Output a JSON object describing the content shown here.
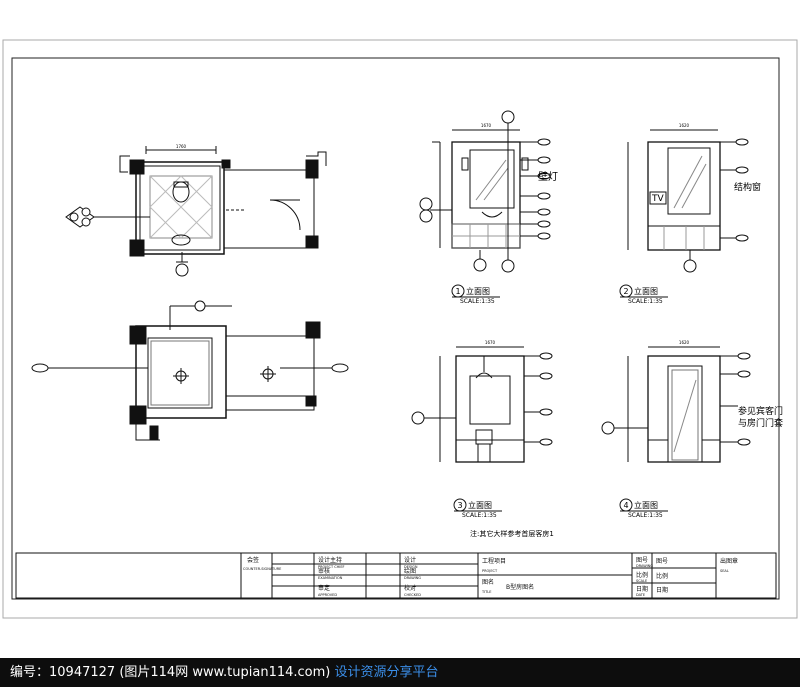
{
  "labels": {
    "dim_plan_top": "1760",
    "dim_e1_top": "1670",
    "dim_e2_top": "1620",
    "dim_e3_top": "1670",
    "dim_e4_top": "1620",
    "light_label": "壁灯",
    "tv_label": "TV",
    "structure_window": "结构窗",
    "door_note_1": "参见宾客门",
    "door_note_2": "与房门门套",
    "callout_e1": "1",
    "callout_e2": "2",
    "callout_e3": "3",
    "callout_e4": "4",
    "elev1_title": "立面图",
    "elev1_scale": "SCALE:1:35",
    "elev2_title": "立面图",
    "elev2_scale": "SCALE:1:35",
    "elev3_title": "立面图",
    "elev3_scale": "SCALE:1:35",
    "elev4_title": "立面图",
    "elev4_scale": "SCALE:1:35",
    "note": "注:其它大样参考首层客房1"
  },
  "title_block": {
    "countersign": "会签",
    "countersign_en": "COUNTER-SIGNATURE",
    "design_chief": "设计主持",
    "design_chief_en": "PROJECT CHIEF",
    "examination": "审核",
    "examination_en": "EXAMINATION",
    "approval": "审定",
    "approval_en": "APPROVED",
    "design": "设计",
    "design_en": "DESIGN",
    "drawing": "绘图",
    "drawing_en": "DRAWING",
    "checked": "校对",
    "checked_en": "CHECKED",
    "project": "工程项目",
    "project_en": "PROJECT",
    "title": "图名",
    "title_en": "TITLE",
    "title_value": "B型房图名",
    "drawing_no": "图号",
    "drawing_no_en": "DRAWING",
    "drawing_no_value": "图号",
    "scale": "比例",
    "scale_en": "SCALE",
    "scale_value": "比例",
    "date": "日期",
    "date_en": "DATE",
    "date_value": "日期",
    "seal": "出图章",
    "seal_en": "SEAL"
  },
  "footer": {
    "id_text": "编号：10947127",
    "site_text": "(图片114网 www.tupian114.com)",
    "slogan": "设计资源分享平台"
  }
}
